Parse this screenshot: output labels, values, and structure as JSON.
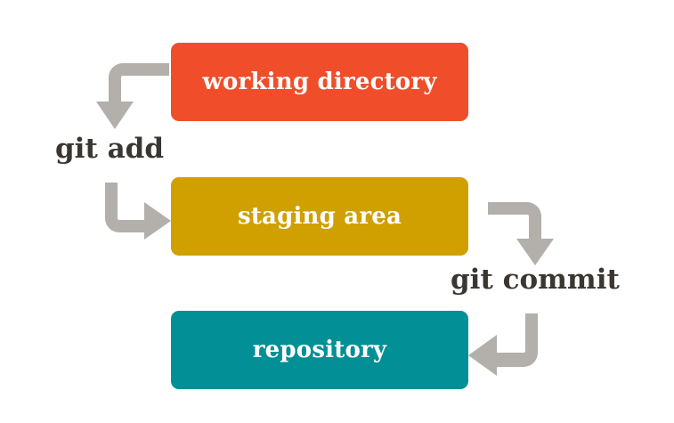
{
  "diagram": {
    "title": "git add / git commit workflow",
    "background_color": "#ffffff",
    "arrow_color": "#b3afaa",
    "label_color": "#3a3632",
    "node_text_color": "#ffffff",
    "nodes": [
      {
        "id": "working-directory",
        "label": "working directory",
        "color": "#f04e2a",
        "order": 1
      },
      {
        "id": "staging-area",
        "label": "staging area",
        "color": "#cfa000",
        "order": 2
      },
      {
        "id": "repository",
        "label": "repository",
        "color": "#038f96",
        "order": 3
      }
    ],
    "commands": [
      {
        "id": "git-add",
        "label": "git add",
        "from": "working directory",
        "to": "staging area",
        "side": "left"
      },
      {
        "id": "git-commit",
        "label": "git commit",
        "from": "staging area",
        "to": "repository",
        "side": "right"
      }
    ],
    "arrows": [
      {
        "id": "arrow-add-down",
        "icon": "elbow-arrow-down-icon",
        "direction": "down"
      },
      {
        "id": "arrow-add-right",
        "icon": "elbow-arrow-right-icon",
        "direction": "right"
      },
      {
        "id": "arrow-commit-down",
        "icon": "elbow-arrow-down-icon",
        "direction": "down"
      },
      {
        "id": "arrow-commit-left",
        "icon": "elbow-arrow-left-icon",
        "direction": "left"
      }
    ]
  }
}
